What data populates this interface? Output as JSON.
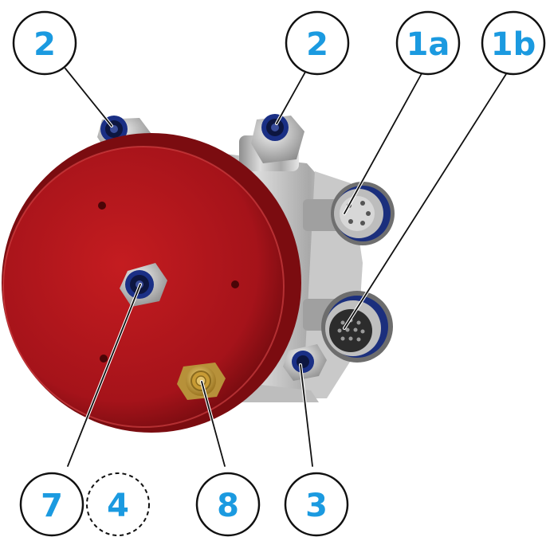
{
  "colors": {
    "label_text": "#1b9ae0",
    "callout_stroke": "#111111",
    "housing_red": "#b3171b",
    "housing_red_dark": "#7d0d10",
    "steel": "#b9b9b9",
    "port_blue": "#1f3fb0",
    "brass": "#c9a23a"
  },
  "callouts": {
    "port_2_left": "2",
    "port_2_right": "2",
    "connector_1a": "1a",
    "connector_1b": "1b",
    "port_7": "7",
    "port_4_hidden": "4",
    "port_8": "8",
    "port_3": "3"
  },
  "icons": {
    "housing": "red-cylindrical-housing",
    "connector_1a": "circular-connector-icon",
    "connector_1b": "multi-pin-connector-icon",
    "fitting": "push-in-air-fitting-icon",
    "brass_fitting": "brass-vent-fitting-icon"
  }
}
